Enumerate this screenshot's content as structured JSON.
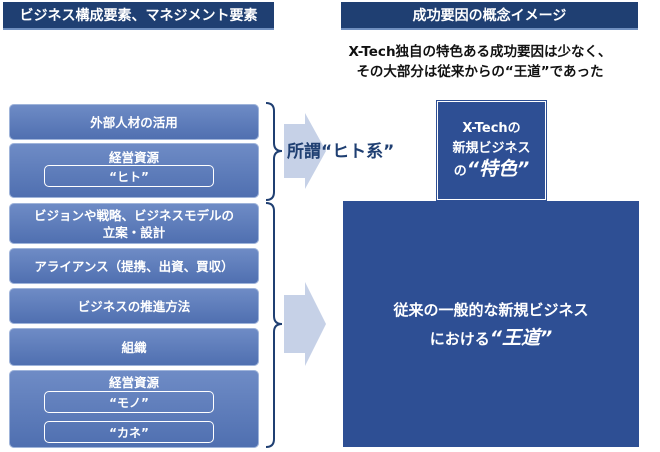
{
  "left_header": "ビジネス構成要素、マネジメント要素",
  "right_header": "成功要因の概念イメージ",
  "subtitle": {
    "line1": "X-Tech独自の特色ある成功要因は少なく、",
    "line2": "その大部分は従来からの“王道”であった"
  },
  "left_boxes": {
    "external_talent": "外部人材の活用",
    "mgmt_resource_people": {
      "title": "経営資源",
      "item": "“ヒト”"
    },
    "vision": {
      "line1": "ビジョンや戦略、ビジネスモデルの",
      "line2": "立案・設計"
    },
    "alliance": "アライアンス（提携、出資、買収）",
    "promotion": "ビジネスの推進方法",
    "organization": "組織",
    "mgmt_resource_things": {
      "title": "経営資源",
      "item1": "“モノ”",
      "item2": "“カネ”"
    }
  },
  "hito_label": "所謂“ヒト系”",
  "xtech_box": {
    "line1": "X-Techの",
    "line2": "新規ビジネス",
    "pre": "の",
    "emph": "“特色”"
  },
  "traditional_box": {
    "line1": "従来の一般的な新規ビジネス",
    "pre": "における",
    "emph": "“王道”"
  },
  "colors": {
    "header": "#1f3f72",
    "box": "#5b7bbd",
    "dark_box": "#2e4f94",
    "arrow": "#bcc9e3"
  }
}
